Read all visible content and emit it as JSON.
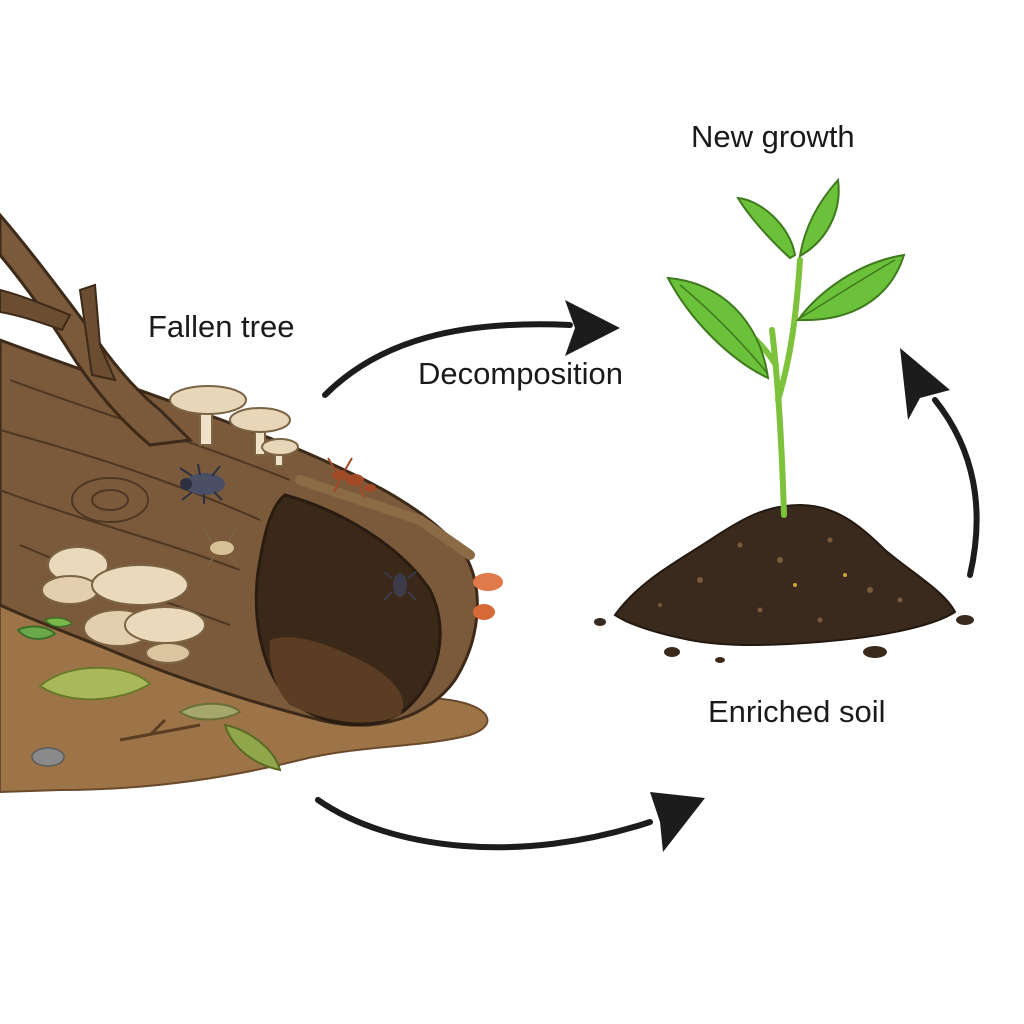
{
  "diagram": {
    "labels": {
      "fallen_tree": "Fallen tree",
      "decomposition": "Decomposition",
      "new_growth": "New growth",
      "enriched_soil": "Enriched soil"
    },
    "colors": {
      "wood": "#7a5a3a",
      "wood_dark": "#4e3823",
      "ground": "#9c7448",
      "soil": "#3a2a1d",
      "leaf": "#6cc13a",
      "stem": "#7cc23a",
      "mushroom": "#e7d6b8",
      "arrow": "#1c1c1c"
    },
    "arrows": [
      {
        "from": "fallen_tree",
        "to": "new_growth",
        "label": "decomposition"
      },
      {
        "from": "enriched_soil",
        "to": "new_growth"
      },
      {
        "from": "fallen_tree",
        "to": "enriched_soil"
      }
    ]
  }
}
